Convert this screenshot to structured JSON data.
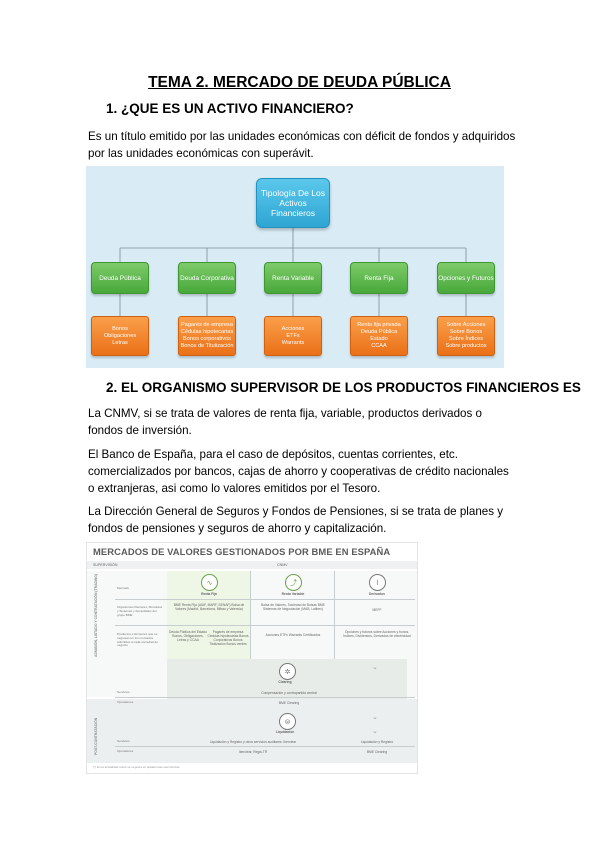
{
  "title": "TEMA 2. MERCADO DE DEUDA PÚBLICA",
  "section1": {
    "heading": "1.  ¿QUE ES UN ACTIVO FINANCIERO?",
    "paragraph": "Es un título emitido por las unidades económicas con déficit de fondos y adquiridos por las unidades económicas con superávit."
  },
  "typology": {
    "root": "Tipología De Los Activos Financieros",
    "categories": [
      {
        "name": "Deuda Pública",
        "items": [
          "Bonos",
          "Obligaciones",
          "Letras"
        ]
      },
      {
        "name": "Deuda Corporativa",
        "items": [
          "Pagarés de empresa",
          "Cédulas hipotecarias",
          "Bonos corporativos",
          "Bonos de Titulización"
        ]
      },
      {
        "name": "Renta Variable",
        "items": [
          "Acciones",
          "ETFs",
          "Warrants"
        ]
      },
      {
        "name": "Renta Fija",
        "items": [
          "Renta fija privada",
          "Deuda Pública",
          "Estado",
          "CCAA"
        ]
      },
      {
        "name": "Opciones y Futuros",
        "items": [
          "Sobre Acciones",
          "Sobre Bonos",
          "Sobre Índices",
          "Sobre productos"
        ]
      }
    ]
  },
  "section2": {
    "heading": "2.   EL ORGANISMO SUPERVISOR DE LOS PRODUCTOS FINANCIEROS ES",
    "paragraphs": [
      "La CNMV, si se trata de valores de renta fija, variable, productos derivados o fondos de inversión.",
      "El Banco de España, para el caso de depósitos, cuentas corrientes, etc. comercializados por bancos, cajas de ahorro y cooperativas de crédito nacionales o extranjeras, asi como lo valores emitidos por el Tesoro.",
      "La Dirección General de Seguros y Fondos de Pensiones, si se trata de planes y fondos de pensiones y seguros de ahorro y capitalización."
    ]
  },
  "bme": {
    "title": "MERCADOS DE VALORES GESTIONADOS POR BME EN ESPAÑA",
    "supervision_label": "SUPERVISIÓN",
    "supervisor": "CNMV",
    "side_label_top": "ADMISIÓN, LISTADO Y CONTRATACIÓN (TRADING)",
    "side_label_bottom": "POST-CONTRATACIÓN",
    "row_labels": {
      "mercado": "Mercado",
      "organismos": "Organismos Rectores, Mercados y Sistemas y Sociedades del grupo BME",
      "productos": "Productos e Emisores que se negocian en los mercados admitidos a cada sociedad de negocio",
      "servicios1": "Servicios",
      "operadores1": "Operadores",
      "servicios2": "Servicios",
      "operadores2": "Operadores"
    },
    "markets": [
      "Renta Fija",
      "Renta Variable",
      "Derivados"
    ],
    "organismos": [
      "BME Renta Fija (AIAF, MARF, SENAF) Bolsa de Valores (Madrid, Barcelona, Bilbao y Valencia)",
      "Bolsa de Valores, Sociedad de Bolsas BME Sistemas de Negociación (MAB, Latibex)",
      "MEFF"
    ],
    "productos_rf_a": "Deuda Pública del Estado Bonos, Obligaciones, Letras y CCAA",
    "productos_rf_b": "Pagarés de empresa Cédulas hipotecarias Bonos Corporativos Bonos Titulización Bonos verdes",
    "productos_rv": "Acciones ETFs Warrants Certificados",
    "productos_der": "Opciones y futuros sobre Acciones y bonos, Índices, Dividendos, Derivados de electricidad",
    "clearing": "Clearing",
    "clearing_service": "Compensación y contrapartida central",
    "clearing_operator": "BME Clearing",
    "liquidacion": "Liquidación",
    "liq_service": "Liquidación y Registro y otros servicios auxiliares. Iberclear",
    "liq_operator": "Iberclear, Regis-TR",
    "liq_service_der": "Liquidación y Registro",
    "liq_operator_der": "BME Clearing",
    "footnote": "(*) En la actualidad todos se negocia en plataformas electrónicas."
  }
}
